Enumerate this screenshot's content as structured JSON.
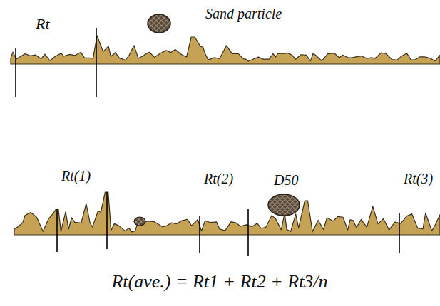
{
  "diagram": {
    "labels": [
      "Rt",
      "Sand particle",
      "Rt(1)",
      "Rt(2)",
      "D50",
      "Rt(3)",
      "Rt(ave.) = Rt1 + Rt2 + Rt3/n"
    ]
  }
}
